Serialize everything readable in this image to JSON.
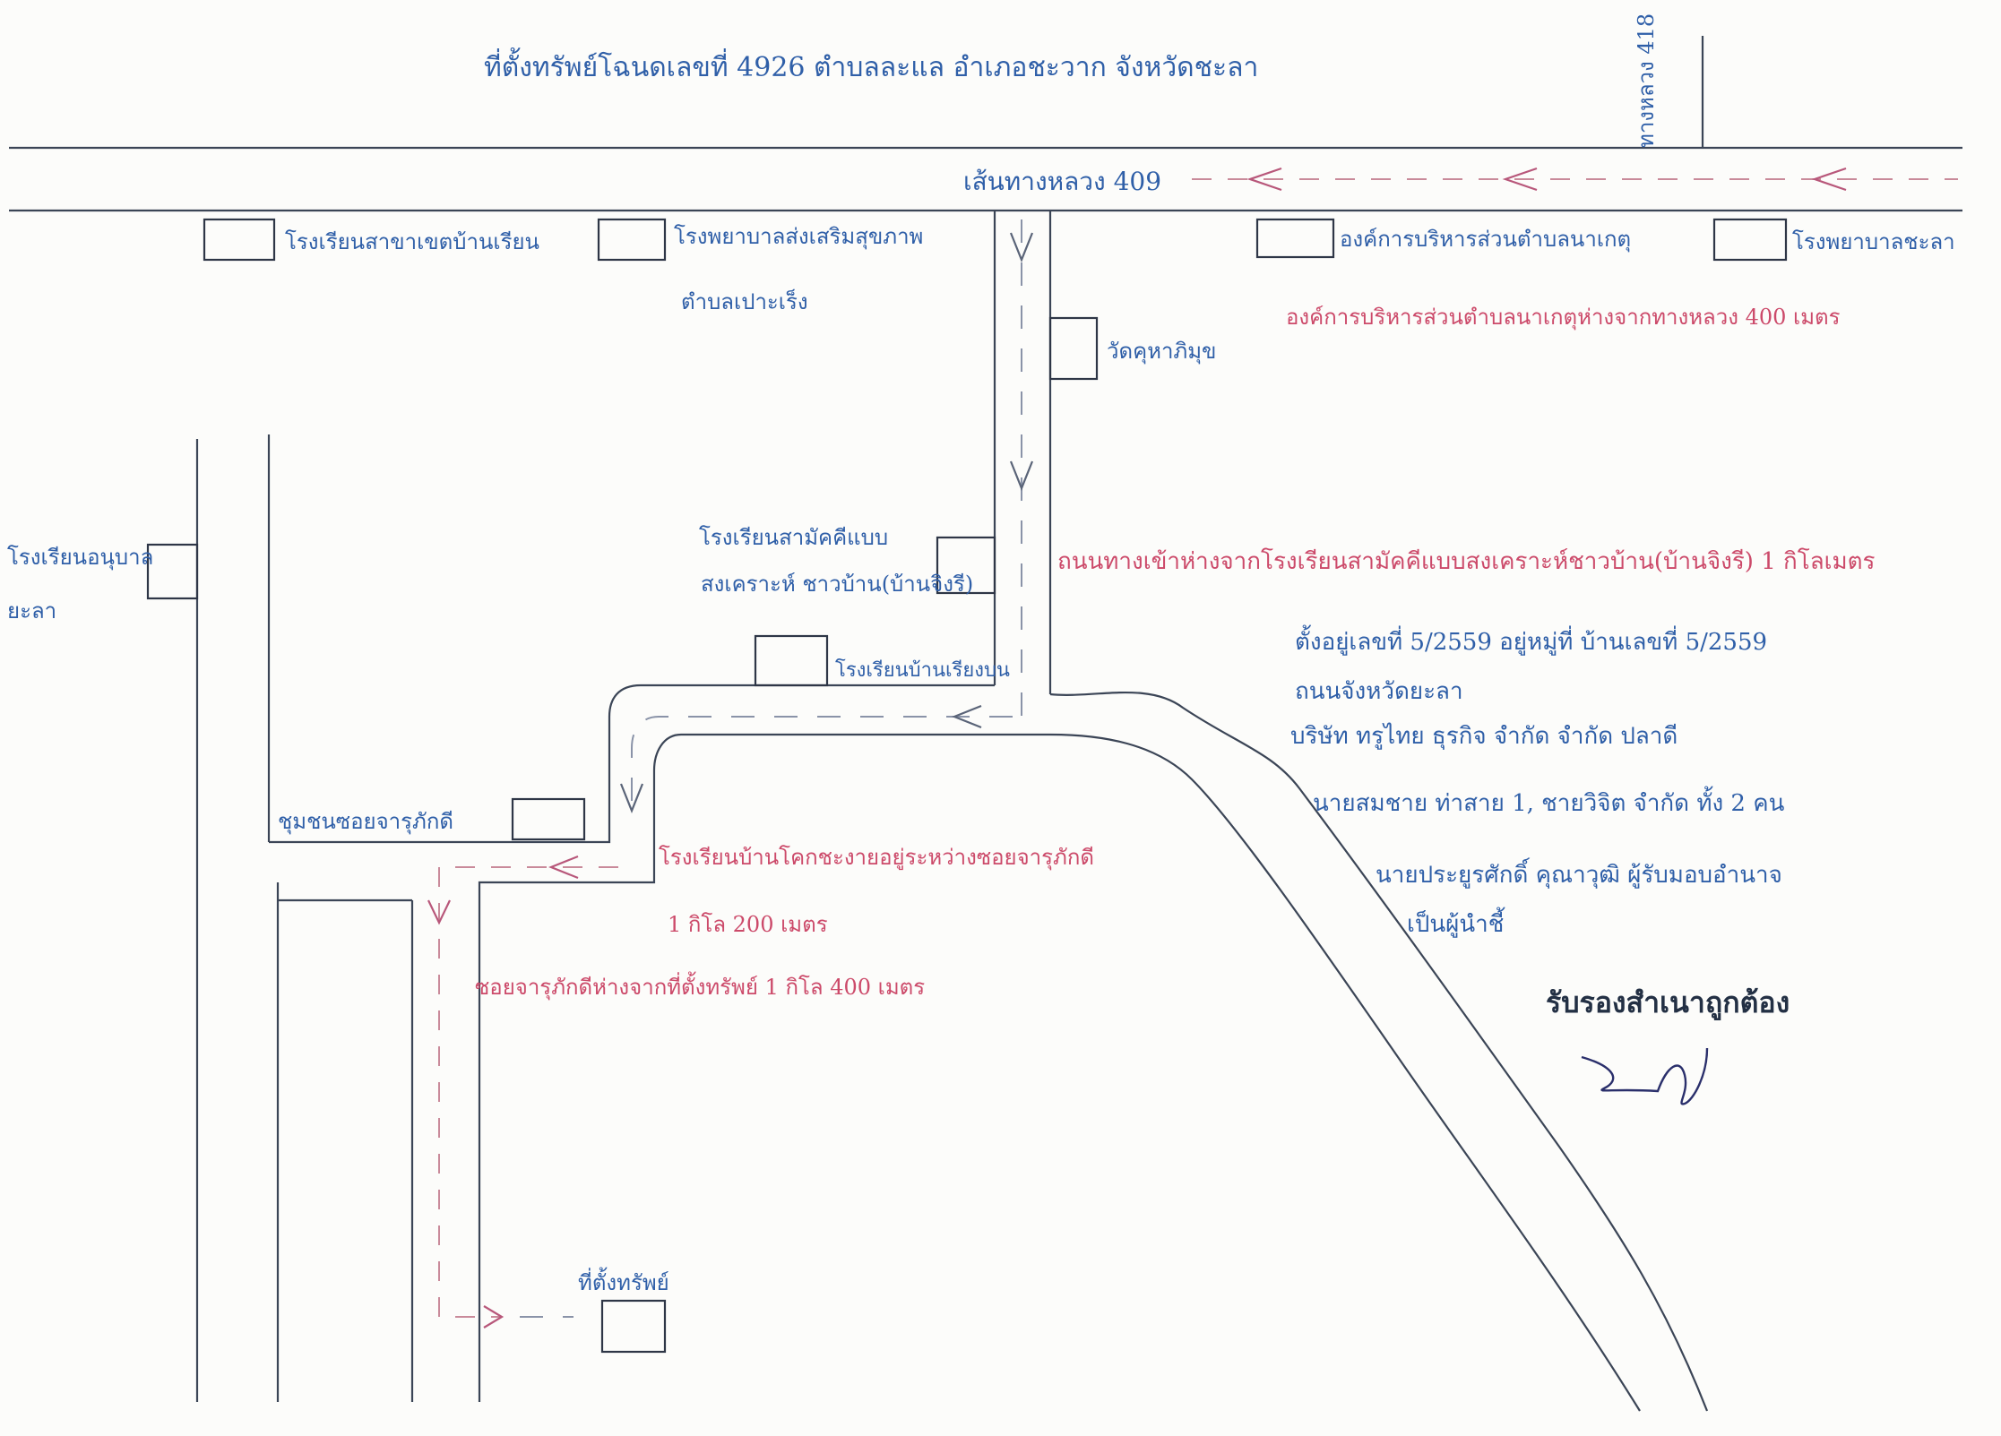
{
  "title": "ที่ตั้งทรัพย์โฉนดเลขที่ 4926 ตำบลละแล อำเภอชะวาก จังหวัดชะลา",
  "roads": {
    "main_road": "เส้นทางหลวง 409",
    "highway_vertical": "ทางหลวง 418"
  },
  "places": {
    "school_top_left": "โรงเรียนสาขาเขตบ้านเรียน",
    "school_top_mid_1": "โรงพยาบาลส่งเสริมสุขภาพ",
    "school_top_mid_2": "ตำบลเปาะเร็ง",
    "office_top_right": "องค์การบริหารส่วนตำบลนาเกตุ",
    "hospital_right": "โรงพยาบาลชะลา",
    "temple": "วัดคุหาภิมุข",
    "left_edge_1": "โรงเรียนอนุบาล",
    "left_edge_2": "ยะลา",
    "school_mid_1": "โรงเรียนสามัคคีแบบ",
    "school_mid_2": "สงเคราะห์ ชาวบ้าน(บ้านจิงรี)",
    "school_small": "โรงเรียนบ้านเรียงบน",
    "village_gate": "ชุมชนซอยจารุภักดี",
    "property": "ที่ตั้งทรัพย์"
  },
  "notes_red": {
    "n1": "องค์การบริหารส่วนตำบลนาเกตุห่างจากทางหลวง 400 เมตร",
    "n2": "ถนนทางเข้าห่างจากโรงเรียนสามัคคีแบบสงเคราะห์ชาวบ้าน(บ้านจิงรี) 1 กิโลเมตร",
    "n3": "โรงเรียนบ้านโคกชะงายอยู่ระหว่างซอยจารุภักดี",
    "n4": "1 กิโล 200 เมตร",
    "n5": "ซอยจารุภักดีห่างจากที่ตั้งทรัพย์ 1 กิโล 400 เมตร"
  },
  "notes_blue": {
    "b1": "ตั้งอยู่เลขที่ 5/2559 อยู่หมู่ที่ บ้านเลขที่ 5/2559",
    "b2": "ถนนจังหวัดยะลา",
    "b3": "บริษัท ทรูไทย ธุรกิจ จำกัด จำกัด ปลาดี",
    "b4": "นายสมชาย ท่าสาย 1, ชายวิจิต จำกัด ทั้ง 2 คน",
    "b5": "นายประยูรศักดิ์ คุณาวุฒิ ผู้รับมอบอำนาจ",
    "b6": "เป็นผู้นำชี้"
  },
  "certification": "รับรองสำเนาถูกต้อง",
  "colors": {
    "ink_blue": "#2f5fa8",
    "ink_red": "#cc4a6a",
    "line": "#3b4556"
  },
  "icons": {
    "signature": "handwritten-signature",
    "arrow": "route-arrow"
  }
}
